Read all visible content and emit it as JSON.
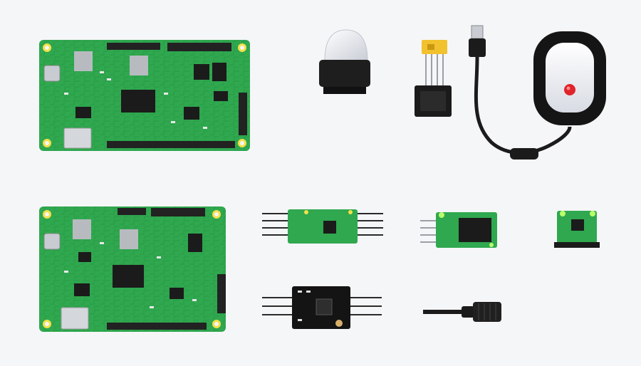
{
  "scene": {
    "background": "#f5f6f8",
    "pcb_green": "#2fa84f",
    "pcb_dark_green": "#1e7d38",
    "pad_yellow": "#f4e04a",
    "chip_black": "#1b1b1b",
    "header_black": "#222222",
    "pin_silver": "#b8bcc2",
    "dome_white": "#eef0f5",
    "led_red": "#e0242a",
    "relay_yellow": "#f2c12e",
    "button_case": "#151515"
  },
  "items": [
    {
      "kind": "microcontroller-board",
      "icon": "dev-board-icon"
    },
    {
      "kind": "microcontroller-board",
      "icon": "dev-board-icon"
    },
    {
      "kind": "pir-motion-sensor",
      "icon": "pir-sensor-icon"
    },
    {
      "kind": "ic-breakout",
      "icon": "ic-module-icon"
    },
    {
      "kind": "usb-cable",
      "icon": "usb-cable-icon"
    },
    {
      "kind": "push-button",
      "icon": "panic-button-icon"
    },
    {
      "kind": "sensor-breakout",
      "icon": "breakout-board-icon"
    },
    {
      "kind": "sensor-breakout",
      "icon": "breakout-board-icon"
    },
    {
      "kind": "sensor-breakout",
      "icon": "breakout-board-icon"
    },
    {
      "kind": "cable-connector",
      "icon": "connector-icon"
    },
    {
      "kind": "sensor-probe",
      "icon": "soil-probe-icon"
    }
  ]
}
